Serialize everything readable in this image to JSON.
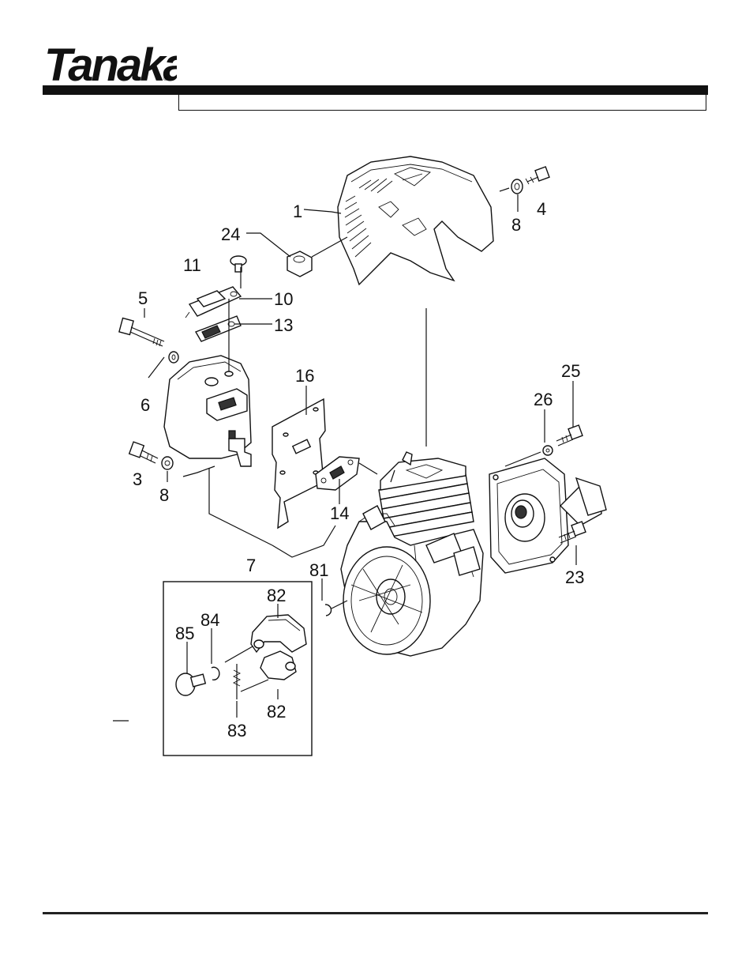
{
  "brand": {
    "logo_text": "Tanaka",
    "registered_mark": "®"
  },
  "callouts": {
    "c1": "1",
    "c3": "3",
    "c4": "4",
    "c5": "5",
    "c6": "6",
    "c7": "7",
    "c8a": "8",
    "c8b": "8",
    "c10": "10",
    "c11": "11",
    "c13": "13",
    "c14": "14",
    "c16": "16",
    "c23": "23",
    "c24": "24",
    "c25": "25",
    "c26": "26",
    "c81": "81",
    "c82a": "82",
    "c82b": "82",
    "c83": "83",
    "c84": "84",
    "c85": "85"
  }
}
